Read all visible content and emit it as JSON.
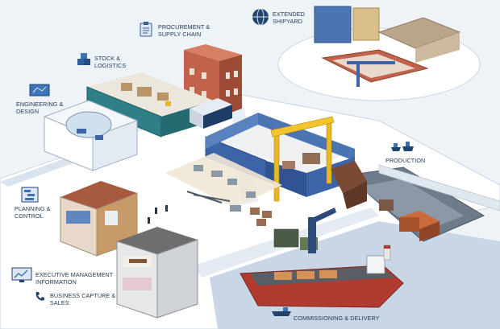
{
  "labels": {
    "procurement": [
      "PROCUREMENT &",
      "SUPPLY CHAIN"
    ],
    "extended": [
      "EXTENDED",
      "SHIPYARD"
    ],
    "stock": [
      "STOCK &",
      "LOGISTICS"
    ],
    "engineering": [
      "ENGINEERING &",
      "DESIGN"
    ],
    "production": [
      "PRODUCTION"
    ],
    "planning": [
      "PLANNING &",
      "CONTROL"
    ],
    "executive": [
      "EXECUTIVE MANAGEMENT",
      "INFORMATION"
    ],
    "business": [
      "BUSINESS CAPTURE &",
      "SALES"
    ],
    "commissioning": [
      "COMMISSIONING & DELIVERY"
    ]
  },
  "icons": {
    "procurement": "clipboard-icon",
    "extended": "globe-icon",
    "stock": "boxes-icon",
    "engineering": "blueprint-icon",
    "production": "ships-icon",
    "planning": "gantt-icon",
    "executive": "monitor-chart-icon",
    "business": "phone-icon",
    "commissioning": "ship-icon"
  },
  "colors": {
    "background": "#eef3f8",
    "ground": "#ffffff",
    "road": "#d9e3ee",
    "water": "#bfcfe0",
    "warehouse": "#2f7f86",
    "production_hall": "#3c64a6",
    "brick": "#b35a43",
    "crane": "#e8b823",
    "ship_hull": "#b23b2f",
    "text": "#1d3550"
  }
}
